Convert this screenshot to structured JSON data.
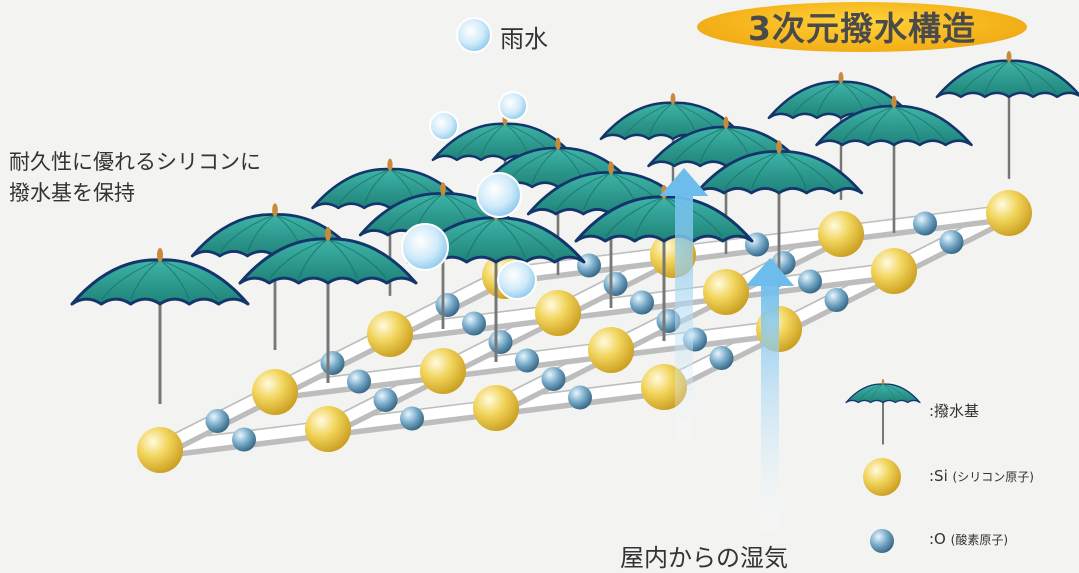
{
  "title": "3次元撥水構造",
  "rain_label": "雨水",
  "durable_note_line1": "耐久性に優れるシリコンに",
  "durable_note_line2": "撥水基を保持",
  "moisture_label": "屋内からの湿気",
  "legend": {
    "water_repellent_group": ":撥水基",
    "si_main": ":Si",
    "si_sub": "(シリコン原子)",
    "o_main": ":O",
    "o_sub": "(酸素原子)"
  },
  "colors": {
    "umbrella_teal": "#2f9e93",
    "umbrella_rim": "#13356b",
    "silicon_gold": "#e8c33a",
    "oxygen_blue": "#4e86a6",
    "arrow_blue": "#9fd3f0",
    "title_orange": "#f6b51c"
  }
}
